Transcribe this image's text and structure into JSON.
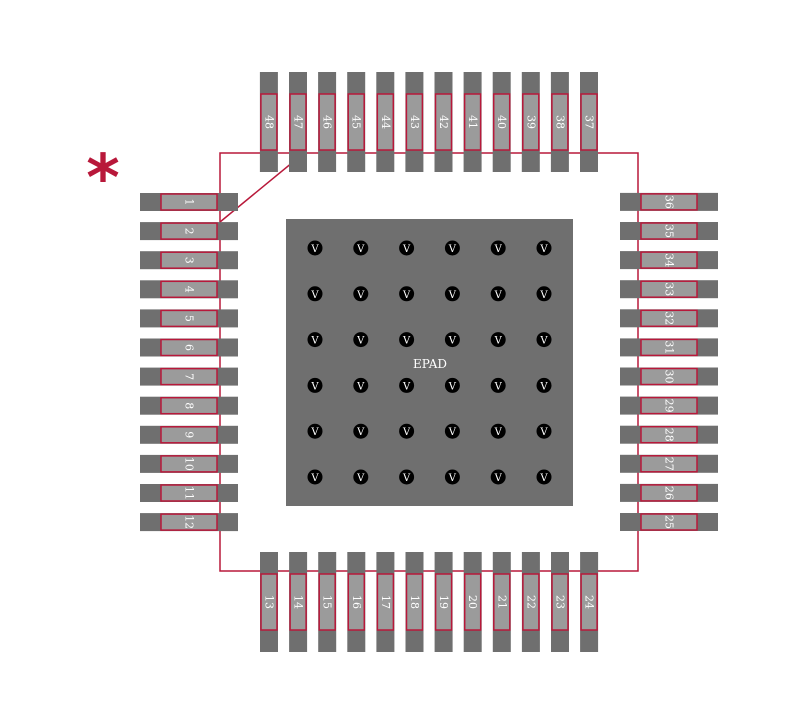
{
  "footprint": {
    "pin1_marker": "*",
    "epad_label": "EPAD",
    "via_label": "V",
    "via_grid": {
      "rows": 6,
      "cols": 6
    },
    "pins": {
      "left": [
        "1",
        "2",
        "3",
        "4",
        "5",
        "6",
        "7",
        "8",
        "9",
        "10",
        "11",
        "12"
      ],
      "bottom": [
        "13",
        "14",
        "15",
        "16",
        "17",
        "18",
        "19",
        "20",
        "21",
        "22",
        "23",
        "24"
      ],
      "right": [
        "25",
        "26",
        "27",
        "28",
        "29",
        "30",
        "31",
        "32",
        "33",
        "34",
        "35",
        "36"
      ],
      "top": [
        "37",
        "38",
        "39",
        "40",
        "41",
        "42",
        "43",
        "44",
        "45",
        "46",
        "47",
        "48"
      ]
    }
  },
  "colors": {
    "pad_outer": "#6f6f6f",
    "pad_inner": "#9b9b9b",
    "outline": "#b8183a",
    "epad": "#6f6f6f",
    "via": "#000000",
    "pin_text": "#ffffff"
  }
}
